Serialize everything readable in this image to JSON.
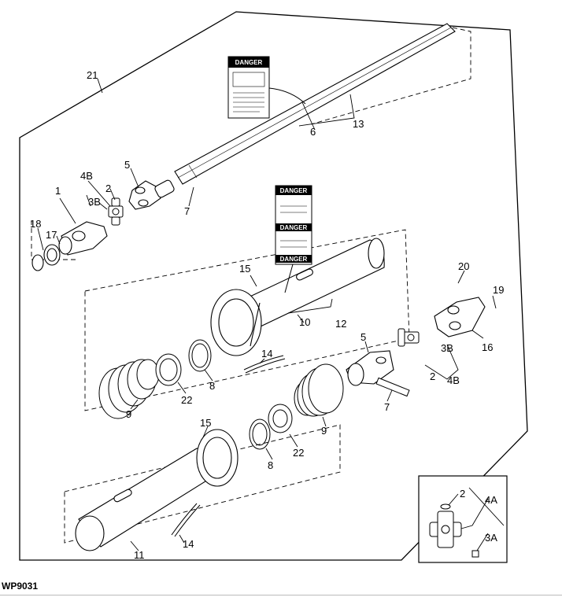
{
  "figure_code": "WP9031",
  "decal_heading": "DANGER",
  "callouts": {
    "c21": "21",
    "c1": "1",
    "c4b_top": "4B",
    "c2_top": "2",
    "c3b_top": "3B",
    "c5_top": "5",
    "c7_top": "7",
    "c18": "18",
    "c17": "17",
    "c6": "6",
    "c13": "13",
    "c15_top": "15",
    "c10": "10",
    "c12": "12",
    "c14_mid": "14",
    "c9_top": "9",
    "c22_top": "22",
    "c8_top": "8",
    "c5_mid": "5",
    "c20": "20",
    "c19": "19",
    "c16": "16",
    "c3b_right": "3B",
    "c2_right": "2",
    "c4b_right": "4B",
    "c7_mid": "7",
    "c15_bot": "15",
    "c9_bot": "9",
    "c22_bot": "22",
    "c8_bot": "8",
    "c14_bot": "14",
    "c11": "11",
    "c2_inset": "2",
    "c4a": "4A",
    "c3a": "3A"
  }
}
